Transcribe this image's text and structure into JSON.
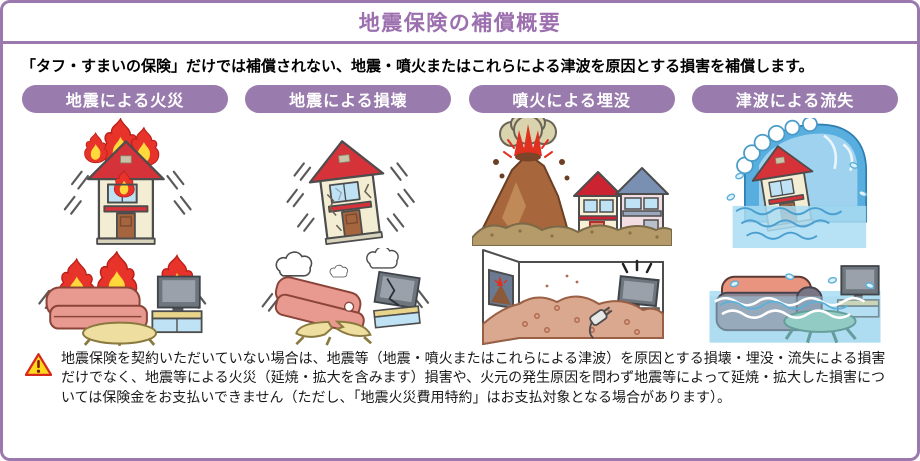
{
  "header": {
    "title": "地震保険の補償概要"
  },
  "intro": "「タフ・すまいの保険」だけでは補償されない、地震・噴火またはこれらによる津波を原因とする損害を補償します。",
  "categories": [
    {
      "label": "地震による火災"
    },
    {
      "label": "地震による損壊"
    },
    {
      "label": "噴火による埋没"
    },
    {
      "label": "津波による流失"
    }
  ],
  "note": {
    "text": "地震保険を契約いただいていない場合は、地震等（地震・噴火またはこれらによる津波）を原因とする損壊・埋没・流失による損害だけでなく、地震等による火災（延焼・拡大を含みます）損害や、火元の発生原因を問わず地震等によって延焼・拡大した損害については保険金をお支払いできません（ただし、「地震火災費用特約」はお支払対象となる場合があります）。"
  },
  "colors": {
    "accent_purple": "#9b79ae",
    "title_purple": "#9c6fae",
    "badge_purple": "#997bad",
    "warning_yellow": "#ffd81e",
    "warning_red": "#d7281e"
  },
  "icons": {
    "warning": "warning-triangle-icon"
  },
  "illustrations": {
    "earthquake_fire": {
      "top": "burning-house",
      "bottom": "burning-living-room"
    },
    "earthquake_damage": {
      "top": "cracked-shaking-house",
      "bottom": "broken-furniture"
    },
    "eruption_burial": {
      "top": "erupting-volcano-burying-houses",
      "bottom": "room-buried-in-volcanic-debris"
    },
    "tsunami_washaway": {
      "top": "house-swept-by-tsunami",
      "bottom": "flooded-living-room"
    }
  }
}
